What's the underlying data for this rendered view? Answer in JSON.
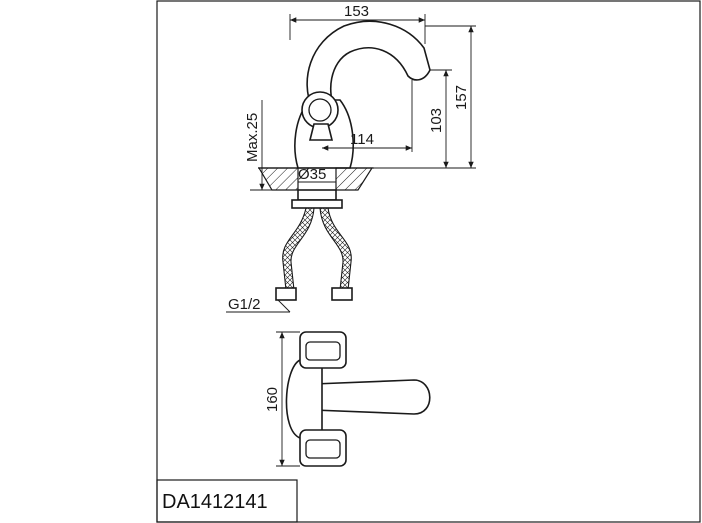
{
  "drawing": {
    "product_code": "DA1412141",
    "dimensions": {
      "spout_reach_total": "153",
      "spout_reach": "114",
      "outlet_height": "103",
      "total_height": "157",
      "max_deck_thickness": "Max.25",
      "hole_diameter": "Ø35",
      "hose_thread": "G1/2",
      "handle_length": "160"
    }
  }
}
